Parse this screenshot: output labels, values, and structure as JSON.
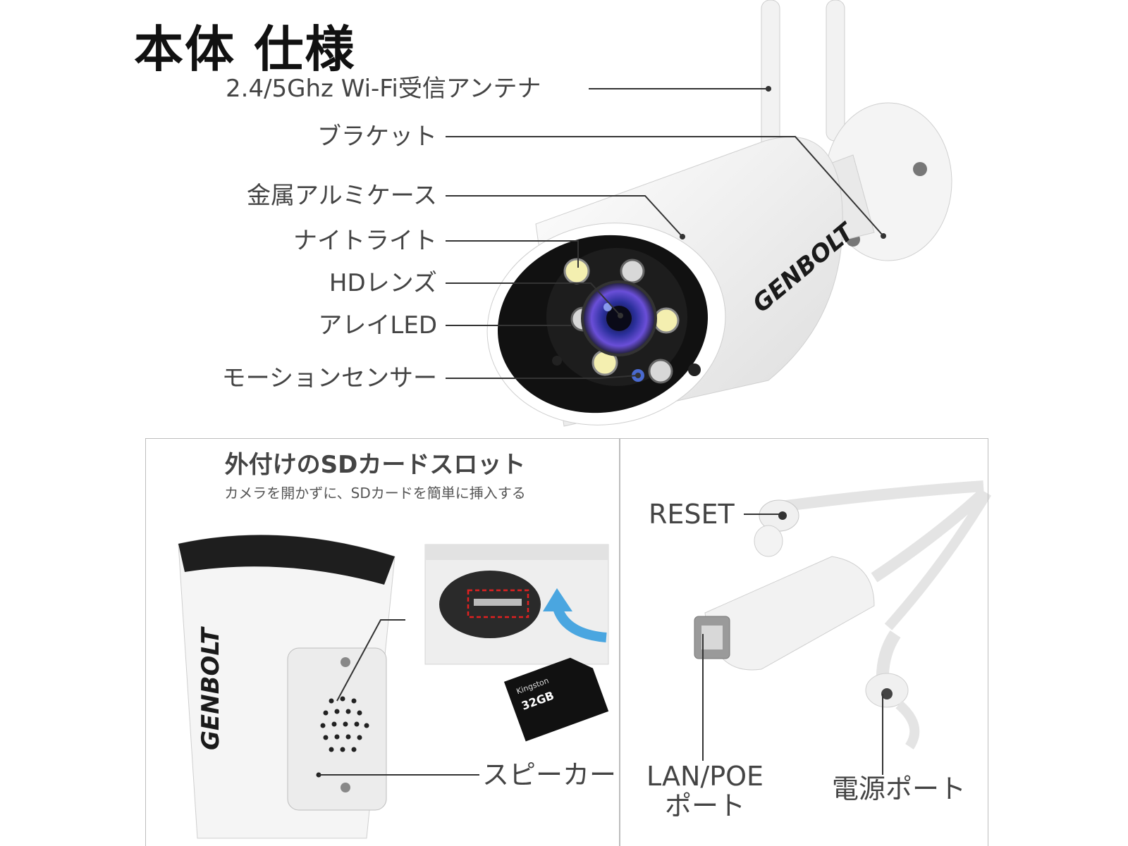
{
  "title": "本体 仕様",
  "callouts": {
    "antenna": "2.4/5Ghz Wi-Fi受信アンテナ",
    "bracket": "ブラケット",
    "case": "金属アルミケース",
    "night_light": "ナイトライト",
    "hd_lens": "HDレンズ",
    "array_led": "アレイLED",
    "motion_sensor": "モーションセンサー"
  },
  "brand": "GENBOLT",
  "sd_panel": {
    "title": "外付けのSDカードスロット",
    "subtitle": "カメラを開かずに、SDカードを簡単に挿入する",
    "speaker": "スピーカー",
    "card_brand": "Kingston",
    "card_capacity": "32GB"
  },
  "ports_panel": {
    "reset": "RESET",
    "lan_line1": "LAN/POE",
    "lan_line2": "ポート",
    "power": "電源ポート"
  },
  "colors": {
    "line": "#333333",
    "panel_border": "#bdbdbd",
    "lens_blue": "#3a3fd0",
    "led_yellow": "#f4efb0",
    "highlight_red": "#e02020",
    "arrow_blue": "#4aa6e0"
  }
}
